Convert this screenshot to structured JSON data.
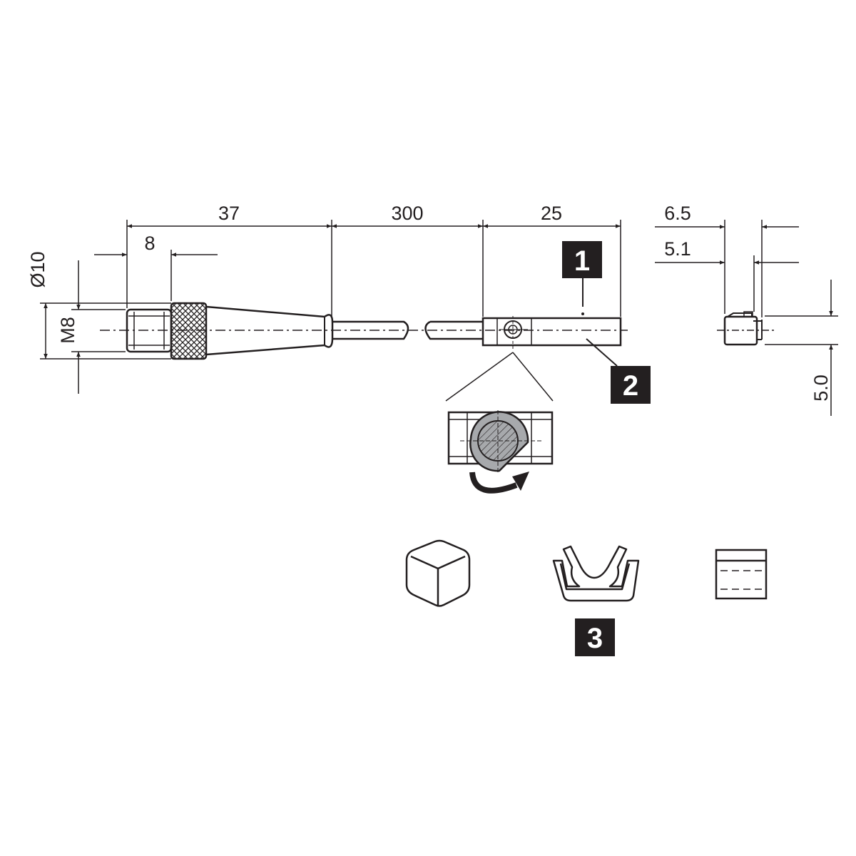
{
  "dimensions": {
    "len_37": "37",
    "len_300": "300",
    "len_25": "25",
    "len_8": "8",
    "dia_10": "Ø10",
    "thread_m8": "M8",
    "w_6_5": "6.5",
    "w_5_1": "5.1",
    "h_5_0": "5.0"
  },
  "callouts": {
    "one": "1",
    "two": "2",
    "three": "3"
  },
  "colors": {
    "line": "#231f20",
    "callout_bg": "#231f20",
    "screw_ring": "#a7a9ac"
  },
  "icons": [
    "cube-icon",
    "clip-icon",
    "sleeve-icon"
  ]
}
